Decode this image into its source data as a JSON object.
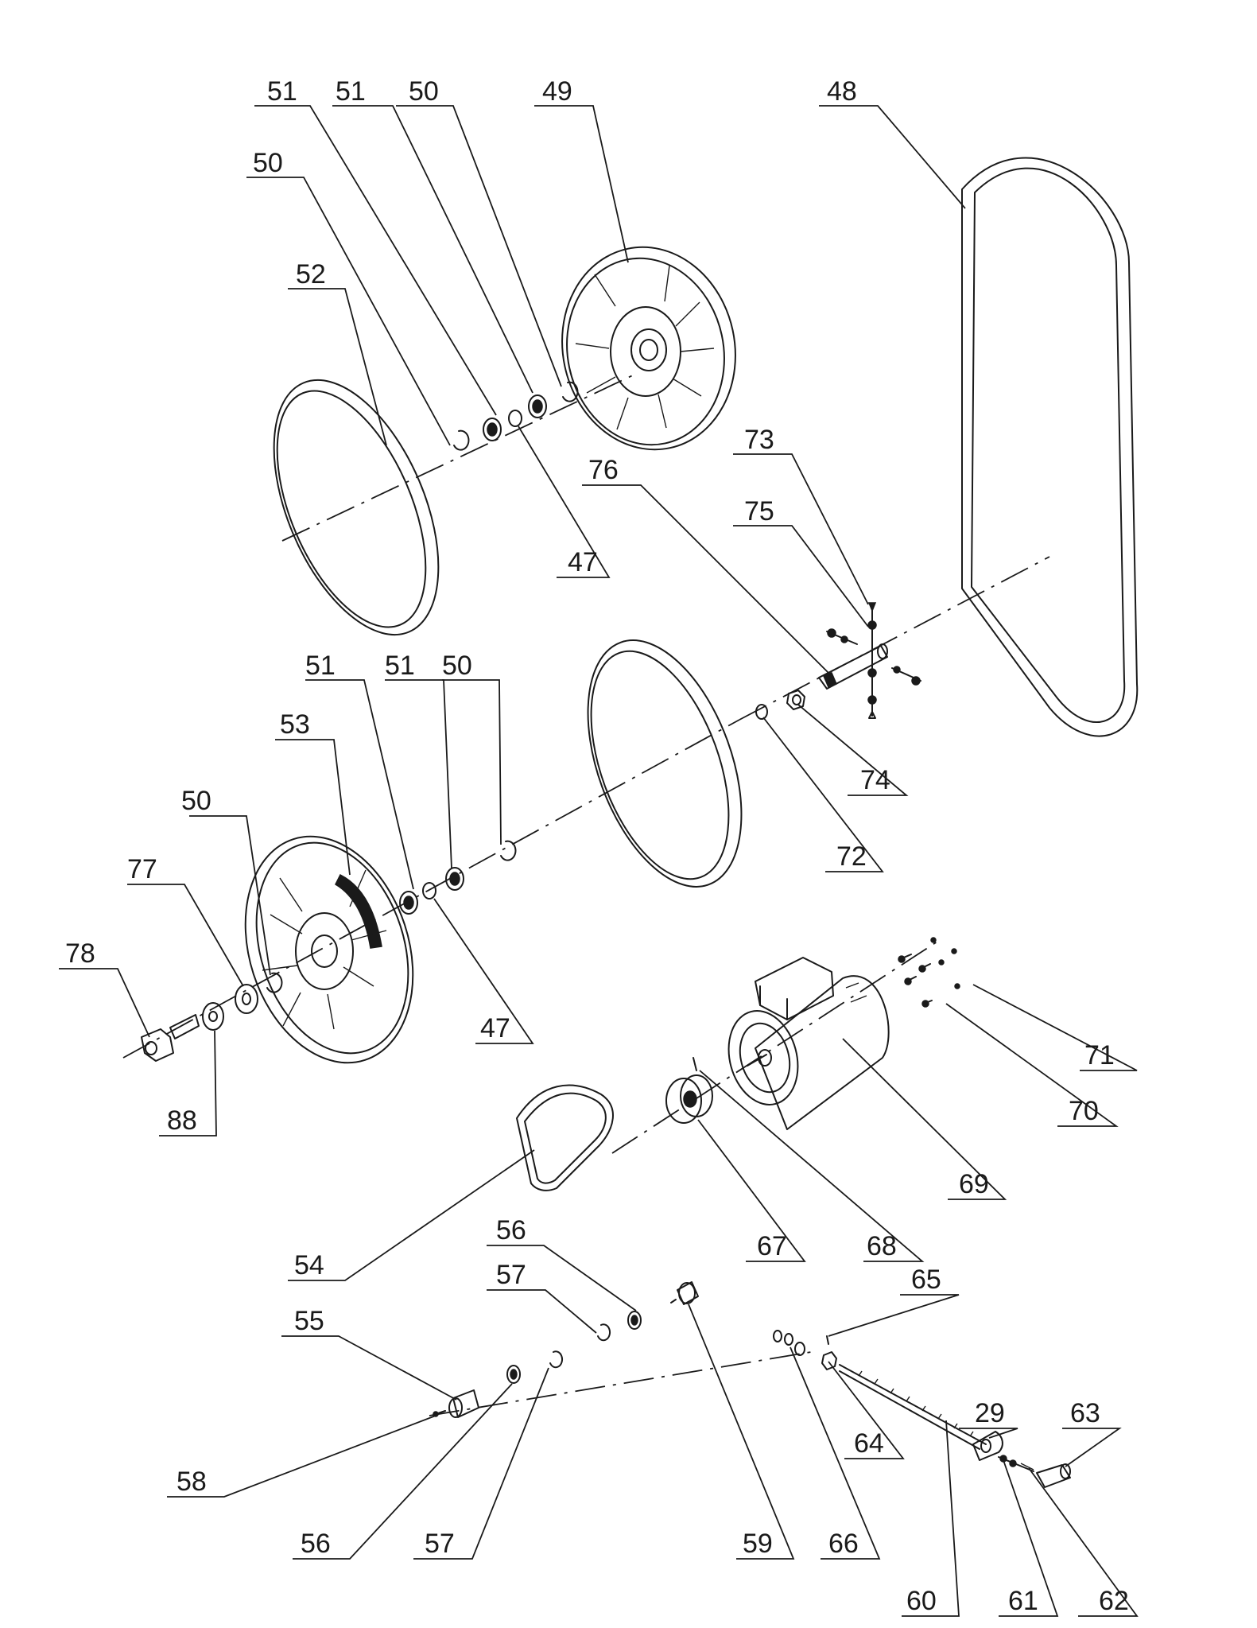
{
  "callouts": {
    "c48": "48",
    "c49": "49",
    "c50a": "50",
    "c50b": "50",
    "c51a": "51",
    "c51b": "51",
    "c52": "52",
    "c47a": "47",
    "c73": "73",
    "c75": "75",
    "c76": "76",
    "c74": "74",
    "c72": "72",
    "c51c": "51",
    "c51d": "51",
    "c50c": "50",
    "c53": "53",
    "c50d": "50",
    "c77": "77",
    "c78": "78",
    "c88": "88",
    "c47b": "47",
    "c71": "71",
    "c70": "70",
    "c69": "69",
    "c54": "54",
    "c67": "67",
    "c68": "68",
    "c65": "65",
    "c56a": "56",
    "c57a": "57",
    "c55": "55",
    "c58": "58",
    "c56b": "56",
    "c57b": "57",
    "c59": "59",
    "c66": "66",
    "c64": "64",
    "c29": "29",
    "c63": "63",
    "c60": "60",
    "c61": "61",
    "c62": "62"
  }
}
